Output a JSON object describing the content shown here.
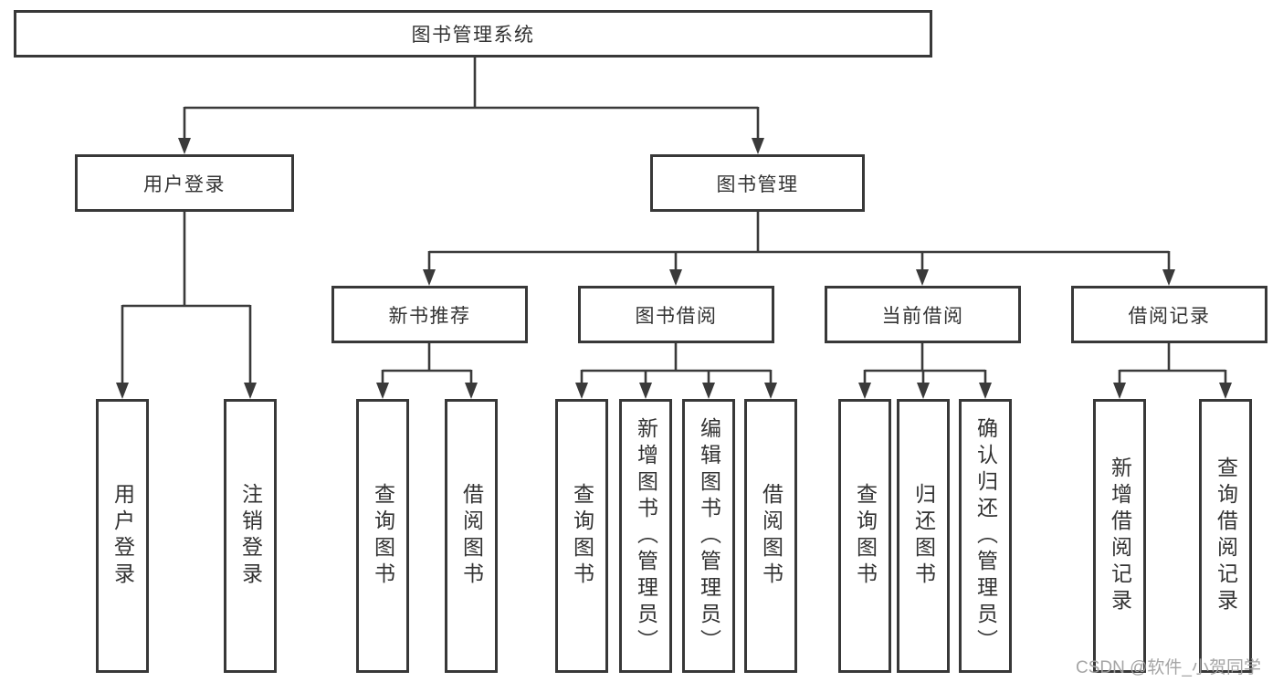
{
  "diagram": {
    "root": {
      "label": "图书管理系统"
    },
    "level1": {
      "user_login": {
        "label": "用户登录"
      },
      "book_mgmt": {
        "label": "图书管理"
      }
    },
    "level2": {
      "new_books": {
        "label": "新书推荐"
      },
      "book_borrow": {
        "label": "图书借阅"
      },
      "current_borrow": {
        "label": "当前借阅"
      },
      "borrow_records": {
        "label": "借阅记录"
      }
    },
    "leaves": {
      "user_login": [
        "用户登录",
        "注销登录"
      ],
      "new_books": [
        "查询图书",
        "借阅图书"
      ],
      "book_borrow": [
        "查询图书",
        "新增图书（管理员）",
        "编辑图书（管理员）",
        "借阅图书"
      ],
      "current_borrow": [
        "查询图书",
        "归还图书",
        "确认归还（管理员）"
      ],
      "borrow_records": [
        "新增借阅记录",
        "查询借阅记录"
      ]
    }
  },
  "watermark": "CSDN @软件_小贺同学",
  "colors": {
    "line": "#3a3a3a",
    "text": "#333333",
    "box_border": "#383838",
    "background": "#ffffff",
    "watermark": "#a0a0a0"
  }
}
